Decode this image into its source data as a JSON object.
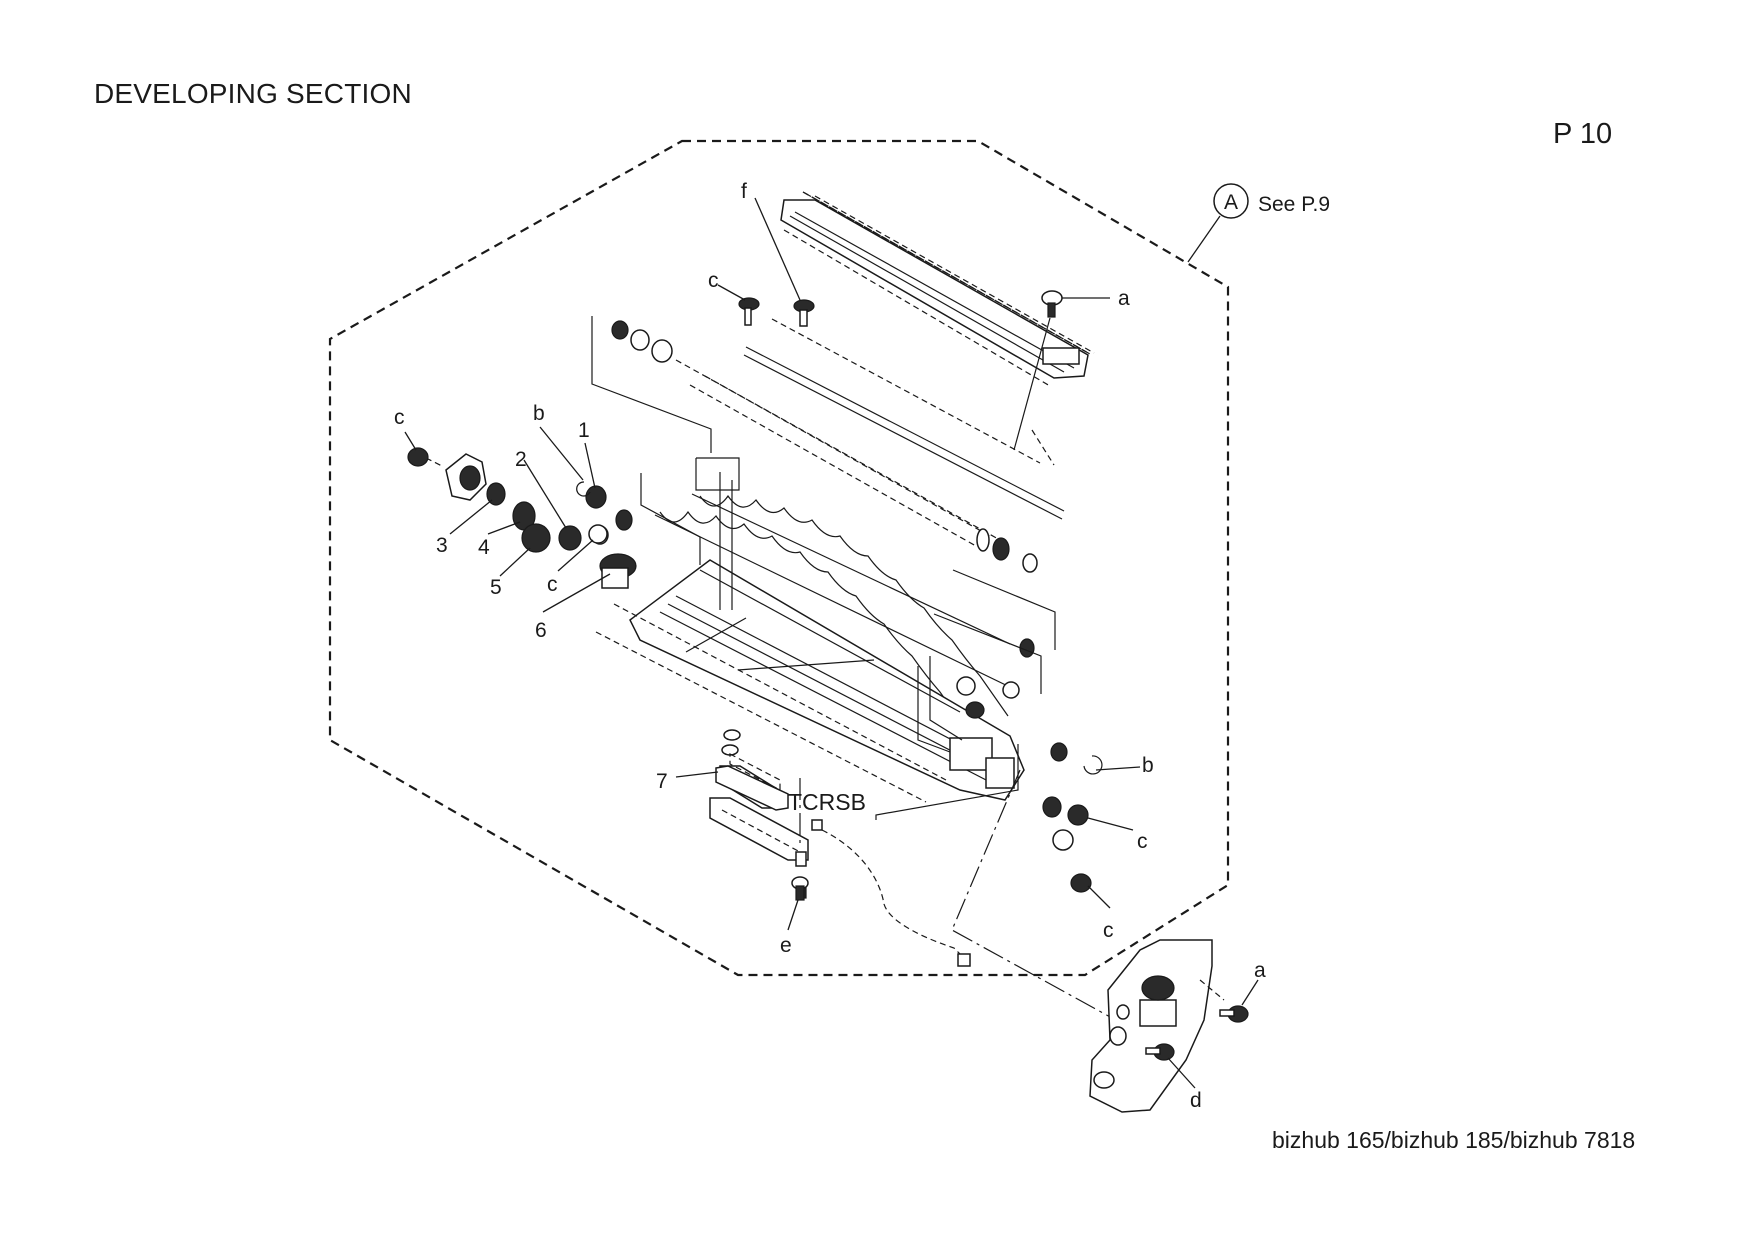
{
  "header": {
    "title": "DEVELOPING SECTION",
    "page": "P 10"
  },
  "footer": {
    "models": "bizhub 165/bizhub 185/bizhub 7818"
  },
  "reference": {
    "symbol": "A",
    "text": "See P.9"
  },
  "callouts": {
    "a_top": "a",
    "a_bottom": "a",
    "b_left": "b",
    "b_right": "b",
    "c_top": "c",
    "c_left": "c",
    "c_mid": "c",
    "c_right1": "c",
    "c_right2": "c",
    "d": "d",
    "e": "e",
    "f": "f",
    "n1": "1",
    "n2": "2",
    "n3": "3",
    "n4": "4",
    "n5": "5",
    "n6": "6",
    "n7": "7",
    "sensor": "TCRSB"
  },
  "colors": {
    "line": "#1a1a1a",
    "background": "#ffffff"
  }
}
